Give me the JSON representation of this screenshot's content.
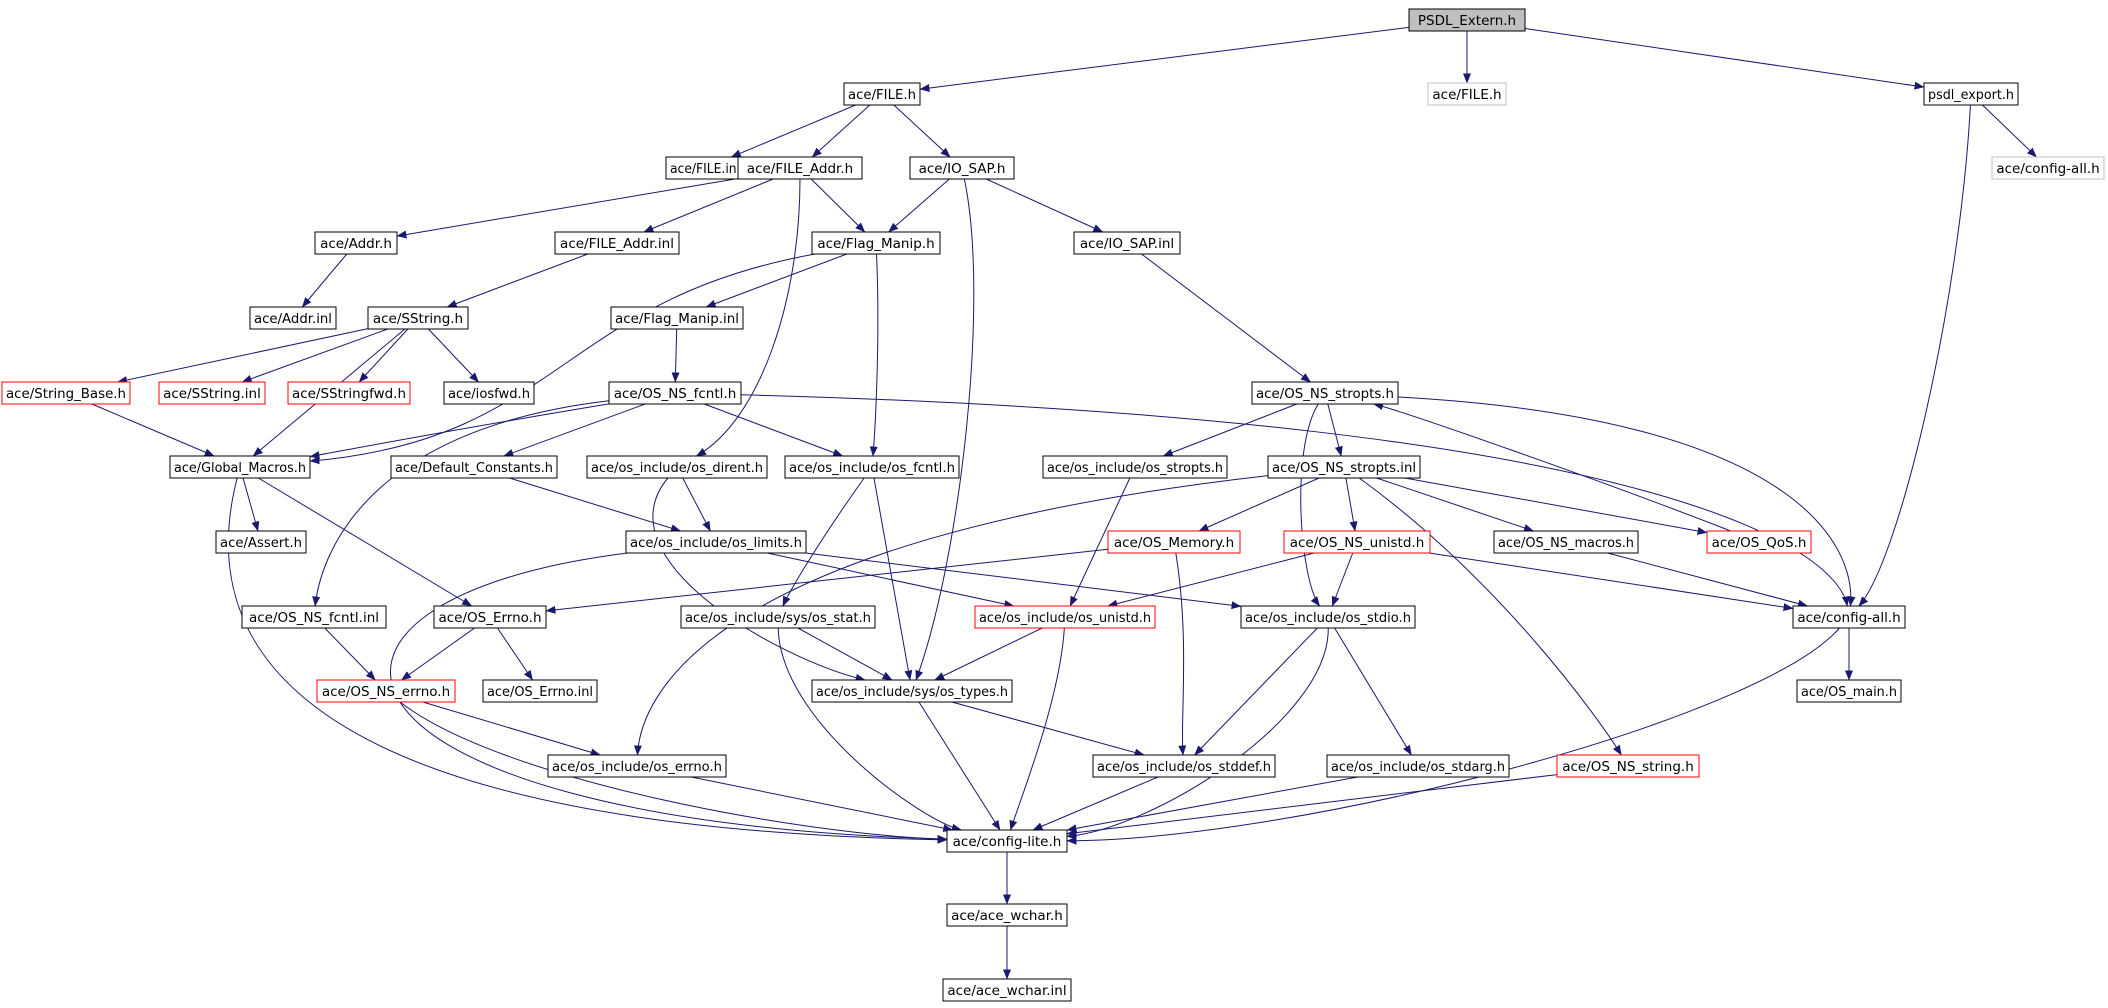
{
  "diagram": {
    "colors": {
      "edge": "#191970",
      "border_normal": "#000000",
      "border_truncated": "#ff0000",
      "border_external": "#bfbfbf",
      "root_fill": "#bfbfbf",
      "node_fill": "#ffffff"
    },
    "nodes": [
      {
        "id": "psdl_extern_h",
        "label": "PSDL_Extern.h",
        "style": "root"
      },
      {
        "id": "ace_file_h",
        "label": "ace/FILE.h",
        "style": "normal"
      },
      {
        "id": "ace_file_h_ext",
        "label": "ace/FILE.h",
        "style": "external"
      },
      {
        "id": "psdl_export_h",
        "label": "psdl_export.h",
        "style": "normal"
      },
      {
        "id": "ace_file_inl",
        "label": "ace/FILE.inl",
        "style": "normal"
      },
      {
        "id": "ace_file_addr_h",
        "label": "ace/FILE_Addr.h",
        "style": "normal"
      },
      {
        "id": "ace_io_sap_h",
        "label": "ace/IO_SAP.h",
        "style": "normal"
      },
      {
        "id": "ace_config_all_h_ext",
        "label": "ace/config-all.h",
        "style": "external"
      },
      {
        "id": "ace_addr_h",
        "label": "ace/Addr.h",
        "style": "normal"
      },
      {
        "id": "ace_file_addr_inl",
        "label": "ace/FILE_Addr.inl",
        "style": "normal"
      },
      {
        "id": "ace_flag_manip_h",
        "label": "ace/Flag_Manip.h",
        "style": "normal"
      },
      {
        "id": "ace_io_sap_inl",
        "label": "ace/IO_SAP.inl",
        "style": "normal"
      },
      {
        "id": "ace_addr_inl",
        "label": "ace/Addr.inl",
        "style": "normal"
      },
      {
        "id": "ace_sstring_h",
        "label": "ace/SString.h",
        "style": "normal"
      },
      {
        "id": "ace_flag_manip_inl",
        "label": "ace/Flag_Manip.inl",
        "style": "normal"
      },
      {
        "id": "ace_string_base_h",
        "label": "ace/String_Base.h",
        "style": "truncated"
      },
      {
        "id": "ace_sstring_inl",
        "label": "ace/SString.inl",
        "style": "truncated"
      },
      {
        "id": "ace_sstringfwd_h",
        "label": "ace/SStringfwd.h",
        "style": "truncated"
      },
      {
        "id": "ace_iosfwd_h",
        "label": "ace/iosfwd.h",
        "style": "normal"
      },
      {
        "id": "ace_os_ns_fcntl_h",
        "label": "ace/OS_NS_fcntl.h",
        "style": "normal"
      },
      {
        "id": "ace_os_ns_stropts_h",
        "label": "ace/OS_NS_stropts.h",
        "style": "normal"
      },
      {
        "id": "ace_global_macros_h",
        "label": "ace/Global_Macros.h",
        "style": "normal"
      },
      {
        "id": "ace_default_constants_h",
        "label": "ace/Default_Constants.h",
        "style": "normal"
      },
      {
        "id": "ace_os_include_os_dirent_h",
        "label": "ace/os_include/os_dirent.h",
        "style": "normal"
      },
      {
        "id": "ace_os_include_os_fcntl_h",
        "label": "ace/os_include/os_fcntl.h",
        "style": "normal"
      },
      {
        "id": "ace_os_include_os_stropts_h",
        "label": "ace/os_include/os_stropts.h",
        "style": "normal"
      },
      {
        "id": "ace_os_ns_stropts_inl",
        "label": "ace/OS_NS_stropts.inl",
        "style": "normal"
      },
      {
        "id": "ace_assert_h",
        "label": "ace/Assert.h",
        "style": "normal"
      },
      {
        "id": "ace_os_include_os_limits_h",
        "label": "ace/os_include/os_limits.h",
        "style": "normal"
      },
      {
        "id": "ace_os_memory_h",
        "label": "ace/OS_Memory.h",
        "style": "truncated"
      },
      {
        "id": "ace_os_ns_unistd_h",
        "label": "ace/OS_NS_unistd.h",
        "style": "truncated"
      },
      {
        "id": "ace_os_ns_macros_h",
        "label": "ace/OS_NS_macros.h",
        "style": "normal"
      },
      {
        "id": "ace_os_qos_h",
        "label": "ace/OS_QoS.h",
        "style": "truncated"
      },
      {
        "id": "ace_os_ns_fcntl_inl",
        "label": "ace/OS_NS_fcntl.inl",
        "style": "normal"
      },
      {
        "id": "ace_os_errno_h",
        "label": "ace/OS_Errno.h",
        "style": "normal"
      },
      {
        "id": "ace_os_include_sys_os_stat_h",
        "label": "ace/os_include/sys/os_stat.h",
        "style": "normal"
      },
      {
        "id": "ace_os_include_os_unistd_h",
        "label": "ace/os_include/os_unistd.h",
        "style": "truncated"
      },
      {
        "id": "ace_os_include_os_stdio_h",
        "label": "ace/os_include/os_stdio.h",
        "style": "normal"
      },
      {
        "id": "ace_config_all_h",
        "label": "ace/config-all.h",
        "style": "normal"
      },
      {
        "id": "ace_os_ns_errno_h",
        "label": "ace/OS_NS_errno.h",
        "style": "truncated"
      },
      {
        "id": "ace_os_errno_inl",
        "label": "ace/OS_Errno.inl",
        "style": "normal"
      },
      {
        "id": "ace_os_include_sys_os_types_h",
        "label": "ace/os_include/sys/os_types.h",
        "style": "normal"
      },
      {
        "id": "ace_os_main_h",
        "label": "ace/OS_main.h",
        "style": "normal"
      },
      {
        "id": "ace_os_include_os_errno_h",
        "label": "ace/os_include/os_errno.h",
        "style": "normal"
      },
      {
        "id": "ace_os_include_os_stddef_h",
        "label": "ace/os_include/os_stddef.h",
        "style": "normal"
      },
      {
        "id": "ace_os_include_os_stdarg_h",
        "label": "ace/os_include/os_stdarg.h",
        "style": "normal"
      },
      {
        "id": "ace_os_ns_string_h",
        "label": "ace/OS_NS_string.h",
        "style": "truncated"
      },
      {
        "id": "ace_config_lite_h",
        "label": "ace/config-lite.h",
        "style": "normal"
      },
      {
        "id": "ace_ace_wchar_h",
        "label": "ace/ace_wchar.h",
        "style": "normal"
      },
      {
        "id": "ace_ace_wchar_inl",
        "label": "ace/ace_wchar.inl",
        "style": "normal"
      }
    ],
    "edges": [
      [
        "psdl_extern_h",
        "ace_file_h"
      ],
      [
        "psdl_extern_h",
        "ace_file_h_ext"
      ],
      [
        "psdl_extern_h",
        "psdl_export_h"
      ],
      [
        "ace_file_h",
        "ace_file_inl"
      ],
      [
        "ace_file_h",
        "ace_file_addr_h"
      ],
      [
        "ace_file_h",
        "ace_io_sap_h"
      ],
      [
        "psdl_export_h",
        "ace_config_all_h_ext"
      ],
      [
        "psdl_export_h",
        "ace_config_all_h"
      ],
      [
        "ace_file_addr_h",
        "ace_addr_h"
      ],
      [
        "ace_file_addr_h",
        "ace_file_addr_inl"
      ],
      [
        "ace_file_addr_h",
        "ace_flag_manip_h"
      ],
      [
        "ace_file_addr_h",
        "ace_os_include_os_dirent_h"
      ],
      [
        "ace_io_sap_h",
        "ace_flag_manip_h"
      ],
      [
        "ace_io_sap_h",
        "ace_io_sap_inl"
      ],
      [
        "ace_io_sap_h",
        "ace_os_include_sys_os_types_h"
      ],
      [
        "ace_addr_h",
        "ace_addr_inl"
      ],
      [
        "ace_file_addr_inl",
        "ace_sstring_h"
      ],
      [
        "ace_flag_manip_h",
        "ace_flag_manip_inl"
      ],
      [
        "ace_flag_manip_h",
        "ace_global_macros_h"
      ],
      [
        "ace_flag_manip_h",
        "ace_os_include_os_fcntl_h"
      ],
      [
        "ace_io_sap_inl",
        "ace_os_ns_stropts_h"
      ],
      [
        "ace_sstring_h",
        "ace_string_base_h"
      ],
      [
        "ace_sstring_h",
        "ace_sstring_inl"
      ],
      [
        "ace_sstring_h",
        "ace_sstringfwd_h"
      ],
      [
        "ace_sstring_h",
        "ace_iosfwd_h"
      ],
      [
        "ace_sstring_h",
        "ace_global_macros_h"
      ],
      [
        "ace_flag_manip_inl",
        "ace_os_ns_fcntl_h"
      ],
      [
        "ace_string_base_h",
        "ace_global_macros_h"
      ],
      [
        "ace_os_ns_fcntl_h",
        "ace_global_macros_h"
      ],
      [
        "ace_os_ns_fcntl_h",
        "ace_default_constants_h"
      ],
      [
        "ace_os_ns_fcntl_h",
        "ace_os_include_os_fcntl_h"
      ],
      [
        "ace_os_ns_fcntl_h",
        "ace_os_ns_fcntl_inl"
      ],
      [
        "ace_os_ns_fcntl_h",
        "ace_config_all_h"
      ],
      [
        "ace_os_ns_stropts_h",
        "ace_os_include_os_stropts_h"
      ],
      [
        "ace_os_ns_stropts_h",
        "ace_os_ns_stropts_inl"
      ],
      [
        "ace_os_ns_stropts_h",
        "ace_os_include_os_stdio_h"
      ],
      [
        "ace_os_ns_stropts_h",
        "ace_config_all_h"
      ],
      [
        "ace_global_macros_h",
        "ace_assert_h"
      ],
      [
        "ace_global_macros_h",
        "ace_os_errno_h"
      ],
      [
        "ace_global_macros_h",
        "ace_config_lite_h"
      ],
      [
        "ace_default_constants_h",
        "ace_os_include_os_limits_h"
      ],
      [
        "ace_os_include_os_dirent_h",
        "ace_os_include_os_limits_h"
      ],
      [
        "ace_os_include_os_dirent_h",
        "ace_os_include_sys_os_types_h"
      ],
      [
        "ace_os_include_os_fcntl_h",
        "ace_os_include_sys_os_stat_h"
      ],
      [
        "ace_os_include_os_fcntl_h",
        "ace_os_include_sys_os_types_h"
      ],
      [
        "ace_os_include_os_stropts_h",
        "ace_os_include_os_unistd_h"
      ],
      [
        "ace_os_ns_stropts_inl",
        "ace_os_memory_h"
      ],
      [
        "ace_os_ns_stropts_inl",
        "ace_os_ns_unistd_h"
      ],
      [
        "ace_os_ns_stropts_inl",
        "ace_os_ns_macros_h"
      ],
      [
        "ace_os_ns_stropts_inl",
        "ace_os_qos_h"
      ],
      [
        "ace_os_ns_stropts_inl",
        "ace_os_ns_string_h"
      ],
      [
        "ace_os_ns_stropts_inl",
        "ace_os_include_os_errno_h"
      ],
      [
        "ace_os_include_os_limits_h",
        "ace_os_include_os_unistd_h"
      ],
      [
        "ace_os_include_os_limits_h",
        "ace_os_include_os_stdio_h"
      ],
      [
        "ace_os_include_os_limits_h",
        "ace_config_lite_h"
      ],
      [
        "ace_os_memory_h",
        "ace_os_errno_h"
      ],
      [
        "ace_os_memory_h",
        "ace_os_include_os_stddef_h"
      ],
      [
        "ace_os_ns_unistd_h",
        "ace_os_include_os_unistd_h"
      ],
      [
        "ace_os_ns_unistd_h",
        "ace_os_include_os_stdio_h"
      ],
      [
        "ace_os_ns_unistd_h",
        "ace_config_all_h"
      ],
      [
        "ace_os_ns_macros_h",
        "ace_config_all_h"
      ],
      [
        "ace_os_qos_h",
        "ace_os_ns_stropts_h"
      ],
      [
        "ace_os_ns_fcntl_inl",
        "ace_os_ns_errno_h"
      ],
      [
        "ace_os_errno_h",
        "ace_os_ns_errno_h"
      ],
      [
        "ace_os_errno_h",
        "ace_os_errno_inl"
      ],
      [
        "ace_os_include_sys_os_stat_h",
        "ace_os_include_sys_os_types_h"
      ],
      [
        "ace_os_include_sys_os_stat_h",
        "ace_config_lite_h"
      ],
      [
        "ace_os_include_os_unistd_h",
        "ace_os_include_sys_os_types_h"
      ],
      [
        "ace_os_include_os_unistd_h",
        "ace_config_lite_h"
      ],
      [
        "ace_os_include_os_stdio_h",
        "ace_os_include_os_stddef_h"
      ],
      [
        "ace_os_include_os_stdio_h",
        "ace_os_include_os_stdarg_h"
      ],
      [
        "ace_os_include_os_stdio_h",
        "ace_config_lite_h"
      ],
      [
        "ace_config_all_h",
        "ace_os_main_h"
      ],
      [
        "ace_config_all_h",
        "ace_config_lite_h"
      ],
      [
        "ace_os_ns_errno_h",
        "ace_os_include_os_errno_h"
      ],
      [
        "ace_os_ns_errno_h",
        "ace_config_lite_h"
      ],
      [
        "ace_os_include_sys_os_types_h",
        "ace_os_include_os_stddef_h"
      ],
      [
        "ace_os_include_sys_os_types_h",
        "ace_config_lite_h"
      ],
      [
        "ace_os_include_os_errno_h",
        "ace_config_lite_h"
      ],
      [
        "ace_os_include_os_stddef_h",
        "ace_config_lite_h"
      ],
      [
        "ace_os_include_os_stdarg_h",
        "ace_config_lite_h"
      ],
      [
        "ace_os_ns_string_h",
        "ace_config_lite_h"
      ],
      [
        "ace_config_lite_h",
        "ace_ace_wchar_h"
      ],
      [
        "ace_ace_wchar_h",
        "ace_ace_wchar_inl"
      ]
    ]
  }
}
